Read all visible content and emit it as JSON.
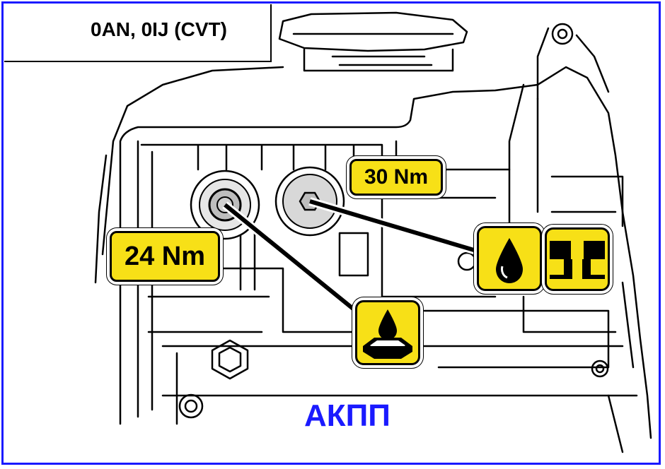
{
  "header": {
    "title": "0AN, 0IJ (CVT)",
    "icon": "transmission-icon"
  },
  "labels": {
    "torque_upper": "30 Nm",
    "torque_lower": "24 Nm",
    "footer": "АКПП"
  },
  "symbols": {
    "oil_drop": "oil-drop-icon",
    "seal": "seal-icon",
    "drain": "oil-drain-icon"
  },
  "colors": {
    "frame": "#1a1aff",
    "label_fill": "#f7e017",
    "footer_text": "#1a1aff"
  }
}
